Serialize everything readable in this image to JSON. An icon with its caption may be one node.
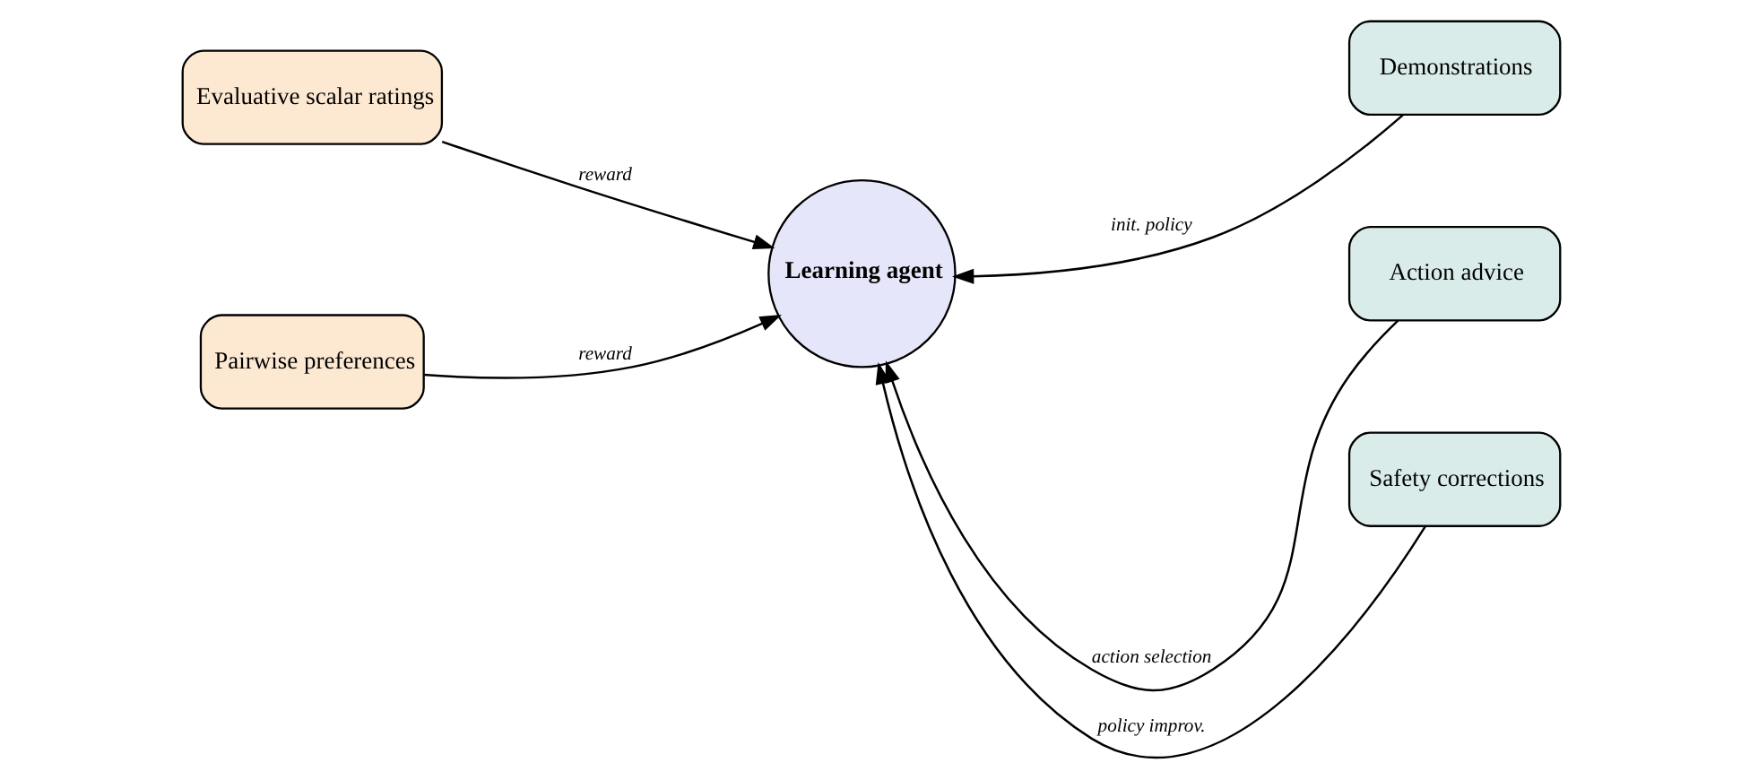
{
  "diagram": {
    "nodes": [
      {
        "text": [
          "Learning agent"
        ]
      },
      {
        "text": [
          "Evaluative scalar ratings"
        ]
      },
      {
        "text": [
          "Pairwise preferences"
        ]
      },
      {
        "text": [
          "Demonstrations"
        ]
      },
      {
        "text": [
          "Action advice"
        ]
      },
      {
        "text": [
          "Safety corrections"
        ]
      }
    ],
    "edges": [
      {
        "from": 1,
        "to": 0,
        "arrow": "to",
        "label": "reward"
      },
      {
        "from": 2,
        "to": 0,
        "arrow": "to",
        "label": "reward"
      },
      {
        "from": 3,
        "to": 0,
        "arrow": "to",
        "label": "init. policy"
      },
      {
        "from": 4,
        "to": 0,
        "arrow": "to",
        "label": "action selection"
      },
      {
        "from": 5,
        "to": 0,
        "arrow": "to",
        "label": "policy improv."
      }
    ]
  }
}
